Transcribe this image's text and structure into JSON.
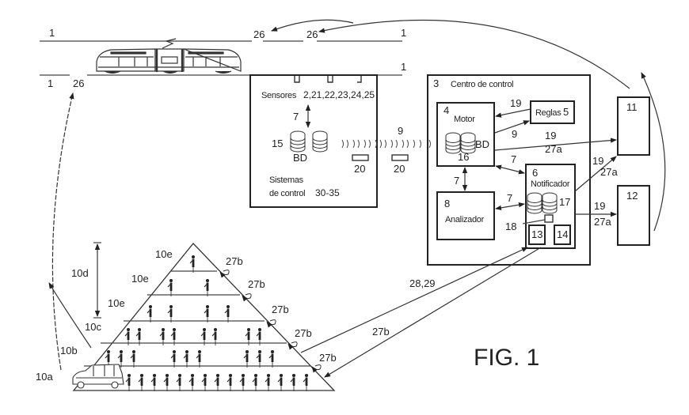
{
  "figure": {
    "title": "FIG. 1",
    "track": {
      "rail_labels": [
        "1",
        "1",
        "1",
        "1"
      ],
      "point_labels": [
        "26",
        "26",
        "26"
      ]
    },
    "sensor_system": {
      "sensors_label": "Sensores",
      "sensors_refs": "2,21,22,23,24,25",
      "link_ref": "7",
      "db_ref": "15",
      "db_label": "BD",
      "systems_line1": "Sistemas",
      "systems_line2": "de control",
      "systems_refs": "30-35",
      "tag_refs": [
        "20",
        "20"
      ],
      "wireless_ref": "9"
    },
    "control_center": {
      "ref": "3",
      "label": "Centro de control",
      "motor": {
        "ref": "4",
        "label": "Motor",
        "db_label": "BD",
        "db_ref": "16"
      },
      "rules": {
        "label": "Reglas",
        "ref": "5"
      },
      "analyzer": {
        "ref": "8",
        "label": "Analizador"
      },
      "notifier": {
        "ref": "6",
        "label": "Notificador",
        "db_ref": "17",
        "port_ref": "18",
        "sub_refs": [
          "13",
          "14"
        ]
      },
      "link_refs": {
        "rules_to_motor": "19",
        "motor_to_rules": "9",
        "motor_to_11_a": "19",
        "motor_to_11_b": "27a",
        "motor_notifier": "7",
        "motor_analyzer": "7",
        "analyzer_notifier": "7",
        "notifier_to_11_a": "19",
        "notifier_to_11_b": "27a",
        "notifier_to_12_a": "19",
        "notifier_to_12_b": "27a"
      }
    },
    "external": [
      {
        "ref": "11"
      },
      {
        "ref": "12"
      }
    ],
    "pyramid": {
      "levels": [
        "10a",
        "10b",
        "10c",
        "10e",
        "10e",
        "10e"
      ],
      "range_label": "10d",
      "feedback_refs": [
        "27b",
        "27b",
        "27b",
        "27b",
        "27b"
      ],
      "uplink_ref": "28,29",
      "downlink_ref": "27b"
    }
  }
}
